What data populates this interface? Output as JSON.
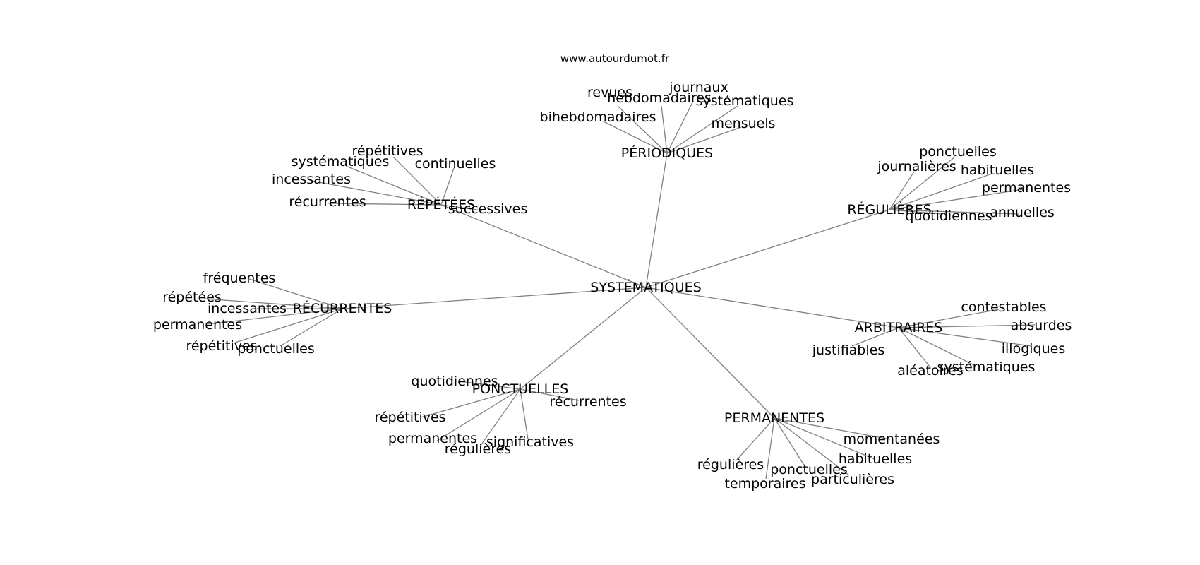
{
  "watermark": "www.autourdumot.fr",
  "colors": {
    "edge": "#808080",
    "text": "#000000",
    "background": "#ffffff"
  },
  "graph": {
    "center": "SYSTÉMATIQUES",
    "hubs": [
      {
        "id": "periodiques",
        "label": "PÉRIODIQUES",
        "leaves": [
          "revues",
          "hebdomadaires",
          "journaux",
          "systématiques",
          "bihebdomadaires",
          "mensuels"
        ]
      },
      {
        "id": "repetees",
        "label": "RÉPÉTÉES",
        "leaves": [
          "répétitives",
          "systématiques",
          "continuelles",
          "incessantes",
          "récurrentes",
          "successives"
        ]
      },
      {
        "id": "regulieres",
        "label": "RÉGULIÈRES",
        "leaves": [
          "ponctuelles",
          "journalières",
          "habituelles",
          "permanentes",
          "quotidiennes",
          "annuelles"
        ]
      },
      {
        "id": "recurrentes",
        "label": "RÉCURRENTES",
        "leaves": [
          "fréquentes",
          "répétées",
          "incessantes",
          "permanentes",
          "répétitives",
          "ponctuelles"
        ]
      },
      {
        "id": "arbitraires",
        "label": "ARBITRAIRES",
        "leaves": [
          "contestables",
          "absurdes",
          "illogiques",
          "justifiables",
          "systématiques",
          "aléatoires"
        ]
      },
      {
        "id": "ponctuelles",
        "label": "PONCTUELLES",
        "leaves": [
          "quotidiennes",
          "récurrentes",
          "répétitives",
          "permanentes",
          "régulières",
          "significatives"
        ]
      },
      {
        "id": "permanentes",
        "label": "PERMANENTES",
        "leaves": [
          "momentanées",
          "habituelles",
          "régulières",
          "ponctuelles",
          "particulières",
          "temporaires"
        ]
      }
    ]
  }
}
